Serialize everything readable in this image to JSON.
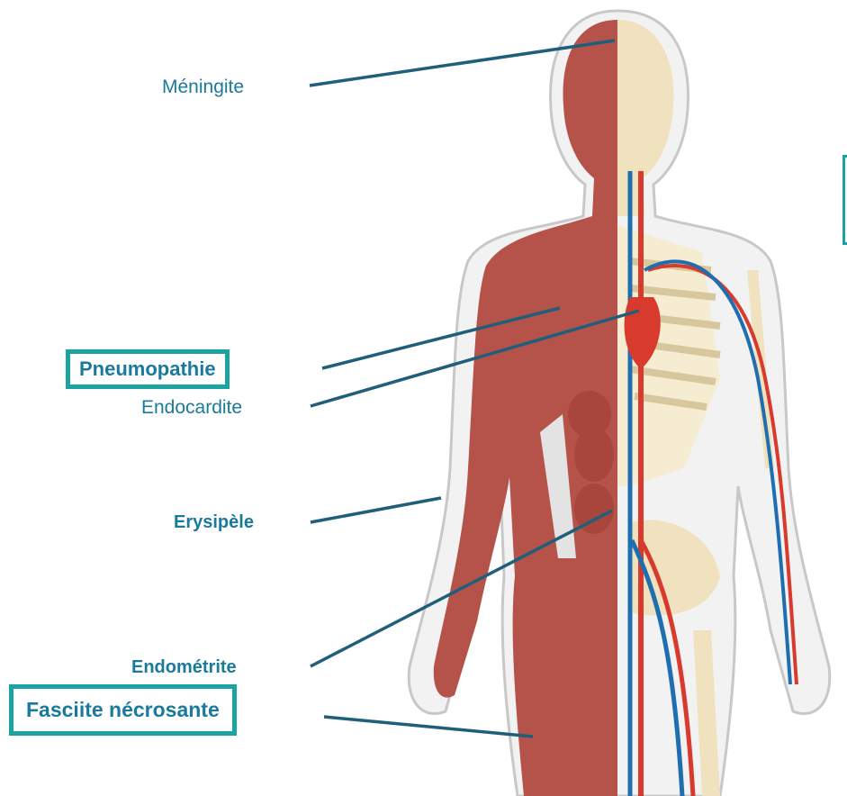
{
  "labels": {
    "meningite": "Méningite",
    "pneumopathie": "Pneumopathie",
    "endocardite": "Endocardite",
    "erysipele": "Erysipèle",
    "endometrite": "Endométrite",
    "fasciite": "Fasciite nécrosante"
  },
  "colors": {
    "label_text": "#1a7a9c",
    "highlight_border": "#1aa3a0",
    "leader_line": "#1f5f7a",
    "muscle": "#b5534a",
    "bone": "#f0e2bf",
    "artery": "#d93a2e",
    "vein": "#1f6fb0",
    "skin_outline": "#c8c8c8"
  },
  "icons": {
    "figure": "human-anatomy-illustration"
  }
}
